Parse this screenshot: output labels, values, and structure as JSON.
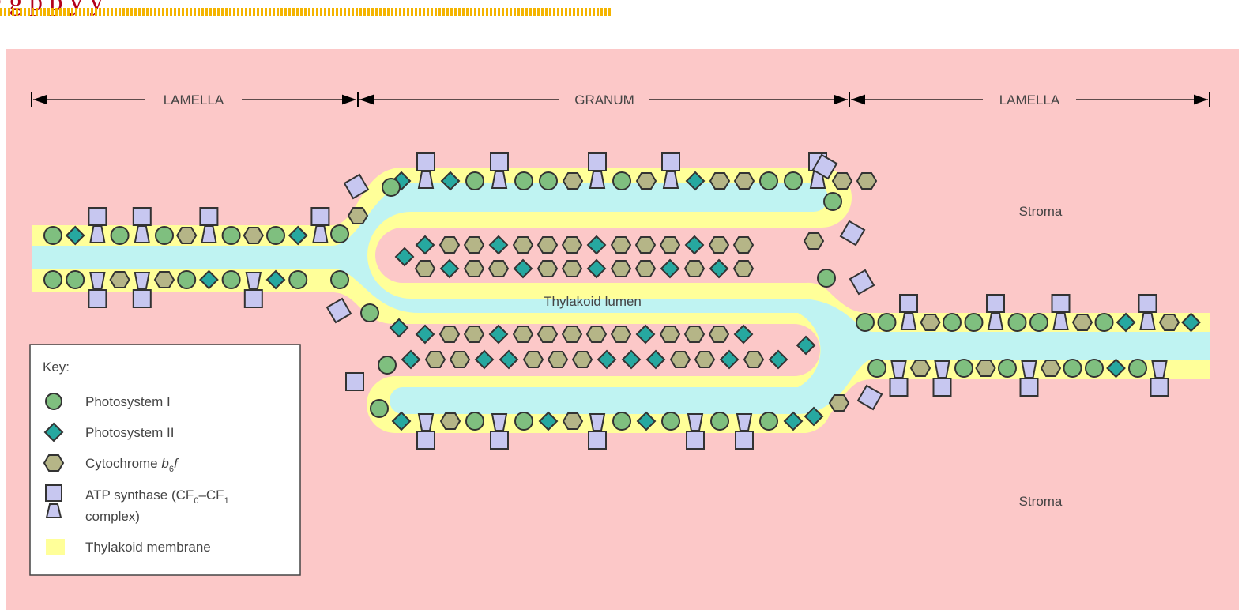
{
  "header": {
    "title_fragment": "g                       g                                     p                                 p       y                        y"
  },
  "diagram": {
    "regions": {
      "lamella_left": "LAMELLA",
      "granum": "GRANUM",
      "lamella_right": "LAMELLA"
    },
    "labels": {
      "stroma_top": "Stroma",
      "stroma_bottom": "Stroma",
      "lumen": "Thylakoid lumen"
    },
    "key": {
      "title": "Key:",
      "ps1": "Photosystem I",
      "ps2": "Photosystem II",
      "cyt_prefix": "Cytochrome ",
      "cyt_b": "b",
      "cyt_sub": "6",
      "cyt_f": "f",
      "atp_line1_a": "ATP synthase (CF",
      "atp_sub0": "0",
      "atp_line1_b": "–CF",
      "atp_sub1": "1",
      "atp_line2": "complex)",
      "membrane": "Thylakoid membrane"
    },
    "colors": {
      "background": "#fcc8c8",
      "membrane": "#ffff99",
      "lumen": "#bff3f2",
      "ps1": "#7fbf7f",
      "ps2": "#26a8a0",
      "cytochrome": "#b5b587",
      "atp_synthase": "#c7c7f0"
    }
  }
}
